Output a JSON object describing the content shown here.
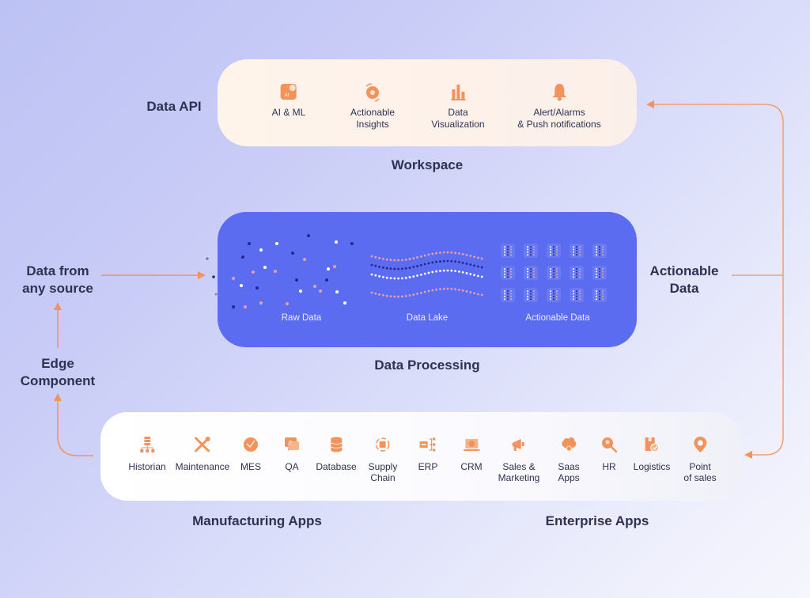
{
  "colors": {
    "accent": "#f0935c",
    "processing_bg": "#5b6cf0",
    "text_dark": "#2d3250",
    "dot_white": "#ffffff",
    "dot_navy": "#1f2a8a",
    "dot_pink": "#e8a0a8"
  },
  "workspace": {
    "side_label": "Data API",
    "title": "Workspace",
    "items": [
      {
        "icon": "ai-chip-icon",
        "line1": "AI & ML",
        "line2": ""
      },
      {
        "icon": "target-cycle-icon",
        "line1": "Actionable",
        "line2": "Insights"
      },
      {
        "icon": "bar-chart-icon",
        "line1": "Data",
        "line2": "Visualization"
      },
      {
        "icon": "bell-icon",
        "line1": "Alert/Alarms",
        "line2": "& Push notifications"
      }
    ]
  },
  "processing": {
    "title": "Data Processing",
    "stages": [
      {
        "label": "Raw Data"
      },
      {
        "label": "Data Lake"
      },
      {
        "label": "Actionable Data"
      }
    ]
  },
  "left_flow": {
    "source_line1": "Data from",
    "source_line2": "any source",
    "edge_line1": "Edge",
    "edge_line2": "Component"
  },
  "right_flow": {
    "line1": "Actionable",
    "line2": "Data"
  },
  "apps": {
    "manufacturing_label": "Manufacturing Apps",
    "enterprise_label": "Enterprise Apps",
    "items": [
      {
        "icon": "historian-icon",
        "line1": "Historian",
        "line2": ""
      },
      {
        "icon": "maintenance-tools-icon",
        "line1": "Maintenance",
        "line2": ""
      },
      {
        "icon": "mes-gauge-icon",
        "line1": "MES",
        "line2": ""
      },
      {
        "icon": "qa-chat-icon",
        "line1": "QA",
        "line2": ""
      },
      {
        "icon": "database-icon",
        "line1": "Database",
        "line2": ""
      },
      {
        "icon": "supply-chain-icon",
        "line1": "Supply",
        "line2": "Chain"
      },
      {
        "icon": "erp-icon",
        "line1": "ERP",
        "line2": ""
      },
      {
        "icon": "crm-icon",
        "line1": "CRM",
        "line2": ""
      },
      {
        "icon": "megaphone-icon",
        "line1": "Sales &",
        "line2": "Marketing"
      },
      {
        "icon": "cloud-apps-icon",
        "line1": "Saas",
        "line2": "Apps"
      },
      {
        "icon": "hr-search-icon",
        "line1": "HR",
        "line2": ""
      },
      {
        "icon": "logistics-box-icon",
        "line1": "Logistics",
        "line2": ""
      },
      {
        "icon": "location-pin-icon",
        "line1": "Point",
        "line2": "of sales"
      }
    ]
  }
}
